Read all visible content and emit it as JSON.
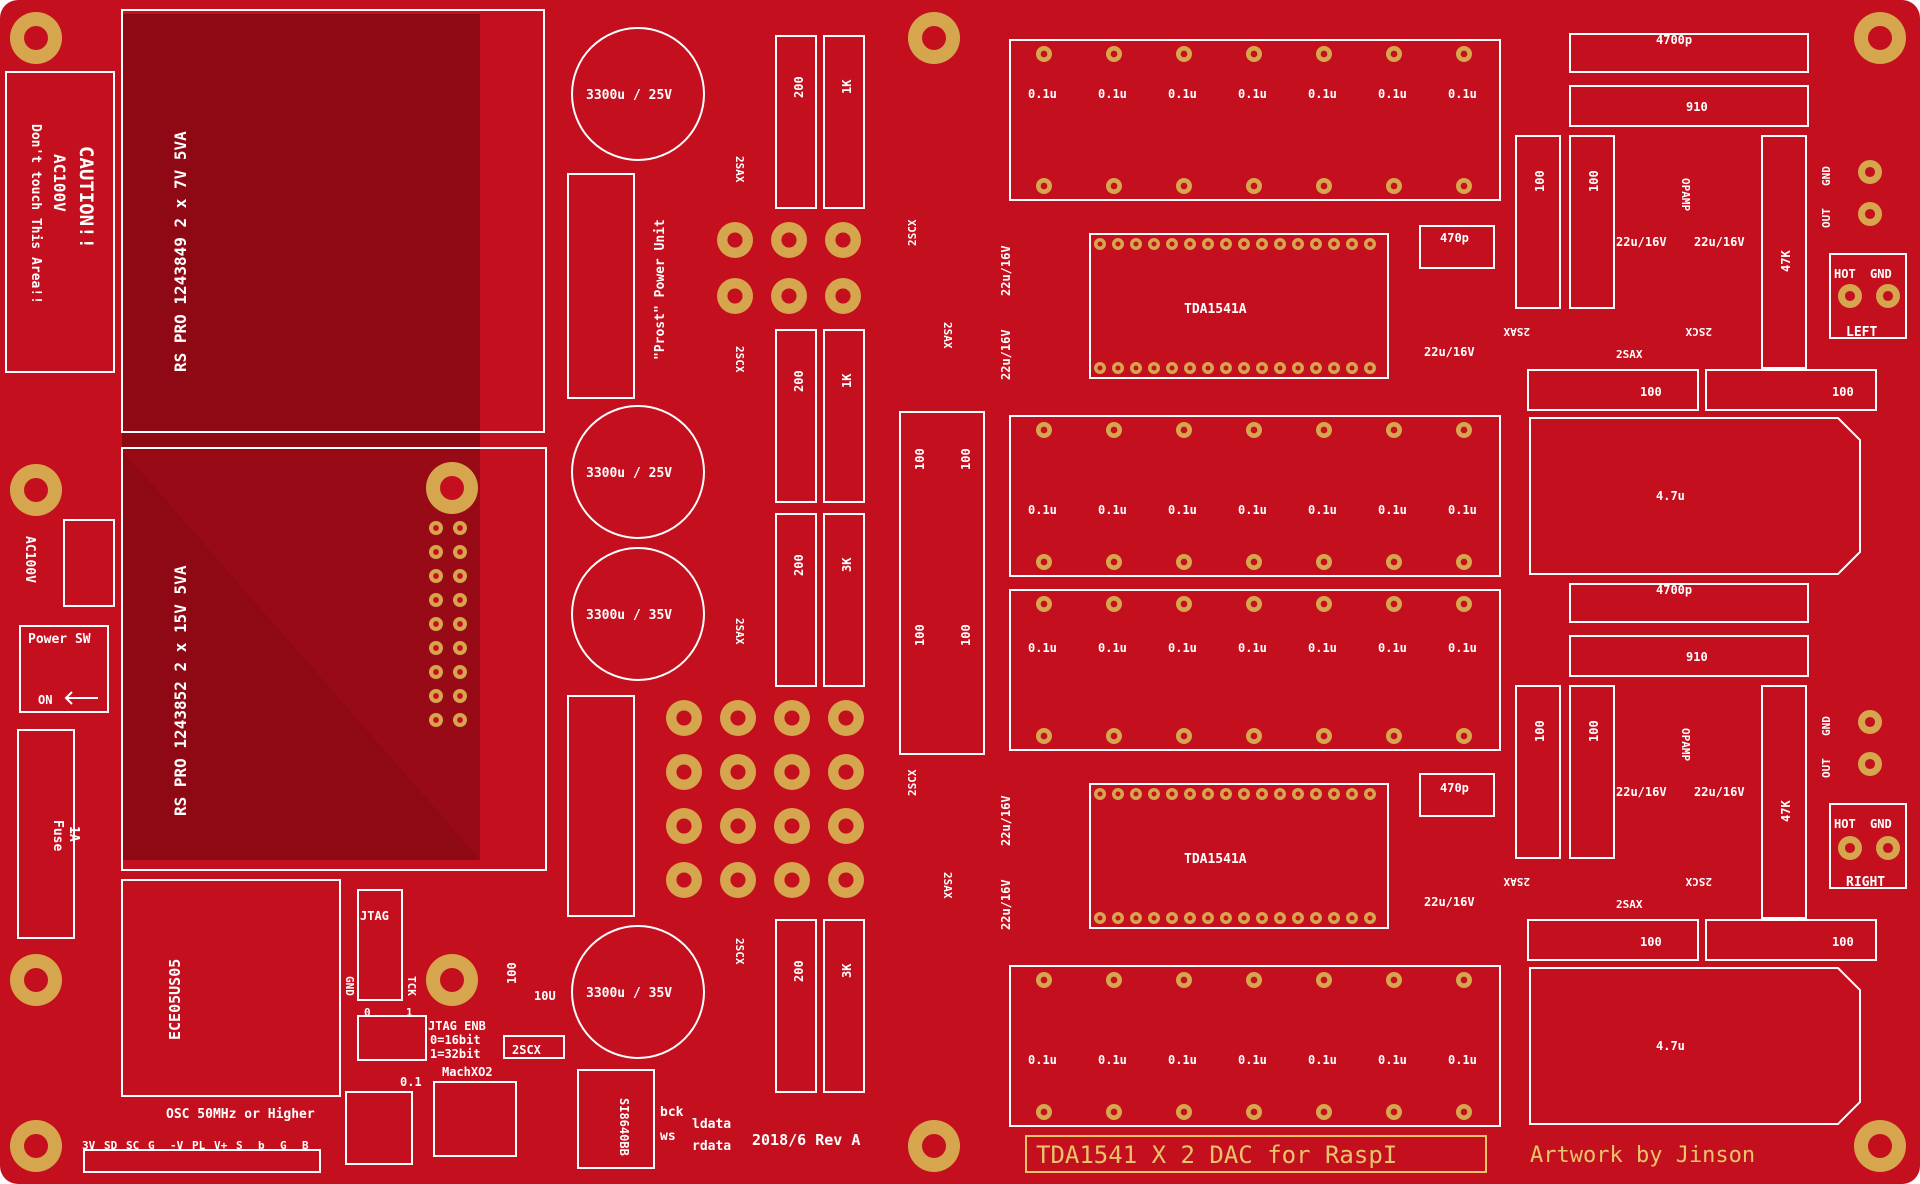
{
  "colors": {
    "board": "#c4101e",
    "board_dark": "#8e0914",
    "copper": "#d6a64e",
    "silkscreen": "#ffffff",
    "title_gold": "#e8c46b"
  },
  "board": {
    "title": "TDA1541 X 2 DAC for RaspI",
    "artwork": "Artwork by Jinson",
    "revision": "2018/6 Rev A",
    "osc_label": "OSC 50MHz or Higher"
  },
  "transformers": [
    {
      "label": "RS PRO 1243849 2 x 7V 5VA"
    },
    {
      "label": "RS PRO 1243852 2 x 15V 5VA"
    }
  ],
  "caution": {
    "title": "CAUTION!!",
    "voltage": "AC100V",
    "warning": "Don't touch This Area!!"
  },
  "ac_input": "AC100V",
  "power_switch": {
    "title": "Power SW",
    "on": "ON"
  },
  "fuse": {
    "label": "Fuse",
    "rating": "1A"
  },
  "dcdc": "ECE05US05",
  "jtag": {
    "title": "JTAG",
    "gnd": "GND",
    "tck": "TCK",
    "enb": "JTAG ENB",
    "opt0": "0=16bit",
    "opt1": "1=32bit",
    "zero": "0",
    "one": "1"
  },
  "small_parts": {
    "cpld": "MachXO2",
    "src": "SI8640BB",
    "osc_cap": "0.1",
    "cap10u": "10U",
    "res100": "100",
    "q2scx": "2SCX"
  },
  "i2s": [
    "bck",
    "ws",
    "ldata",
    "rdata"
  ],
  "pin_header": [
    "3V",
    "SD",
    "SC",
    "G",
    "-V",
    "PL",
    "V+",
    "S",
    "b",
    "G",
    "B"
  ],
  "power_unit_label": "\"Prost\" Power Unit",
  "big_caps": [
    "3300u / 25V",
    "3300u / 25V",
    "3300u / 35V",
    "3300u / 35V"
  ],
  "psu_resistors": [
    "200",
    "1K",
    "200",
    "1K",
    "200",
    "3K",
    "200",
    "3K"
  ],
  "psu_transistors": [
    "2SAX",
    "2SCX",
    "2SAX",
    "2SCX"
  ],
  "dac_chip": "TDA1541A",
  "dac_caps": [
    "22u/16V",
    "22u/16V"
  ],
  "filter_cap": "0.1u",
  "mid_resistors": [
    "100",
    "100",
    "100",
    "100"
  ],
  "side_transistors": [
    "2SCX",
    "2SAX"
  ],
  "output_channels": [
    {
      "name": "LEFT",
      "c4700p": "4700p",
      "r910": "910",
      "r100a": "100",
      "r100b": "100",
      "opamp": "OPAMP",
      "c22u_a": "22u/16V",
      "c22u_b": "22u/16V",
      "r47k": "47K",
      "q_a": "2SAX",
      "q_b": "2SAX",
      "q_c": "2SCX",
      "c470p": "470p",
      "c22u_in": "22u/16V",
      "r100c": "100",
      "r100d": "100",
      "c47u": "4.7u",
      "out_gnd": "GND",
      "out": "OUT",
      "hot": "HOT",
      "gnd": "GND"
    },
    {
      "name": "RIGHT",
      "c4700p": "4700p",
      "r910": "910",
      "r100a": "100",
      "r100b": "100",
      "opamp": "OPAMP",
      "c22u_a": "22u/16V",
      "c22u_b": "22u/16V",
      "r47k": "47K",
      "q_a": "2SAX",
      "q_b": "2SAX",
      "q_c": "2SCX",
      "c470p": "470p",
      "c22u_in": "22u/16V",
      "r100c": "100",
      "r100d": "100",
      "c47u": "4.7u",
      "out_gnd": "GND",
      "out": "OUT",
      "hot": "HOT",
      "gnd": "GND"
    }
  ]
}
